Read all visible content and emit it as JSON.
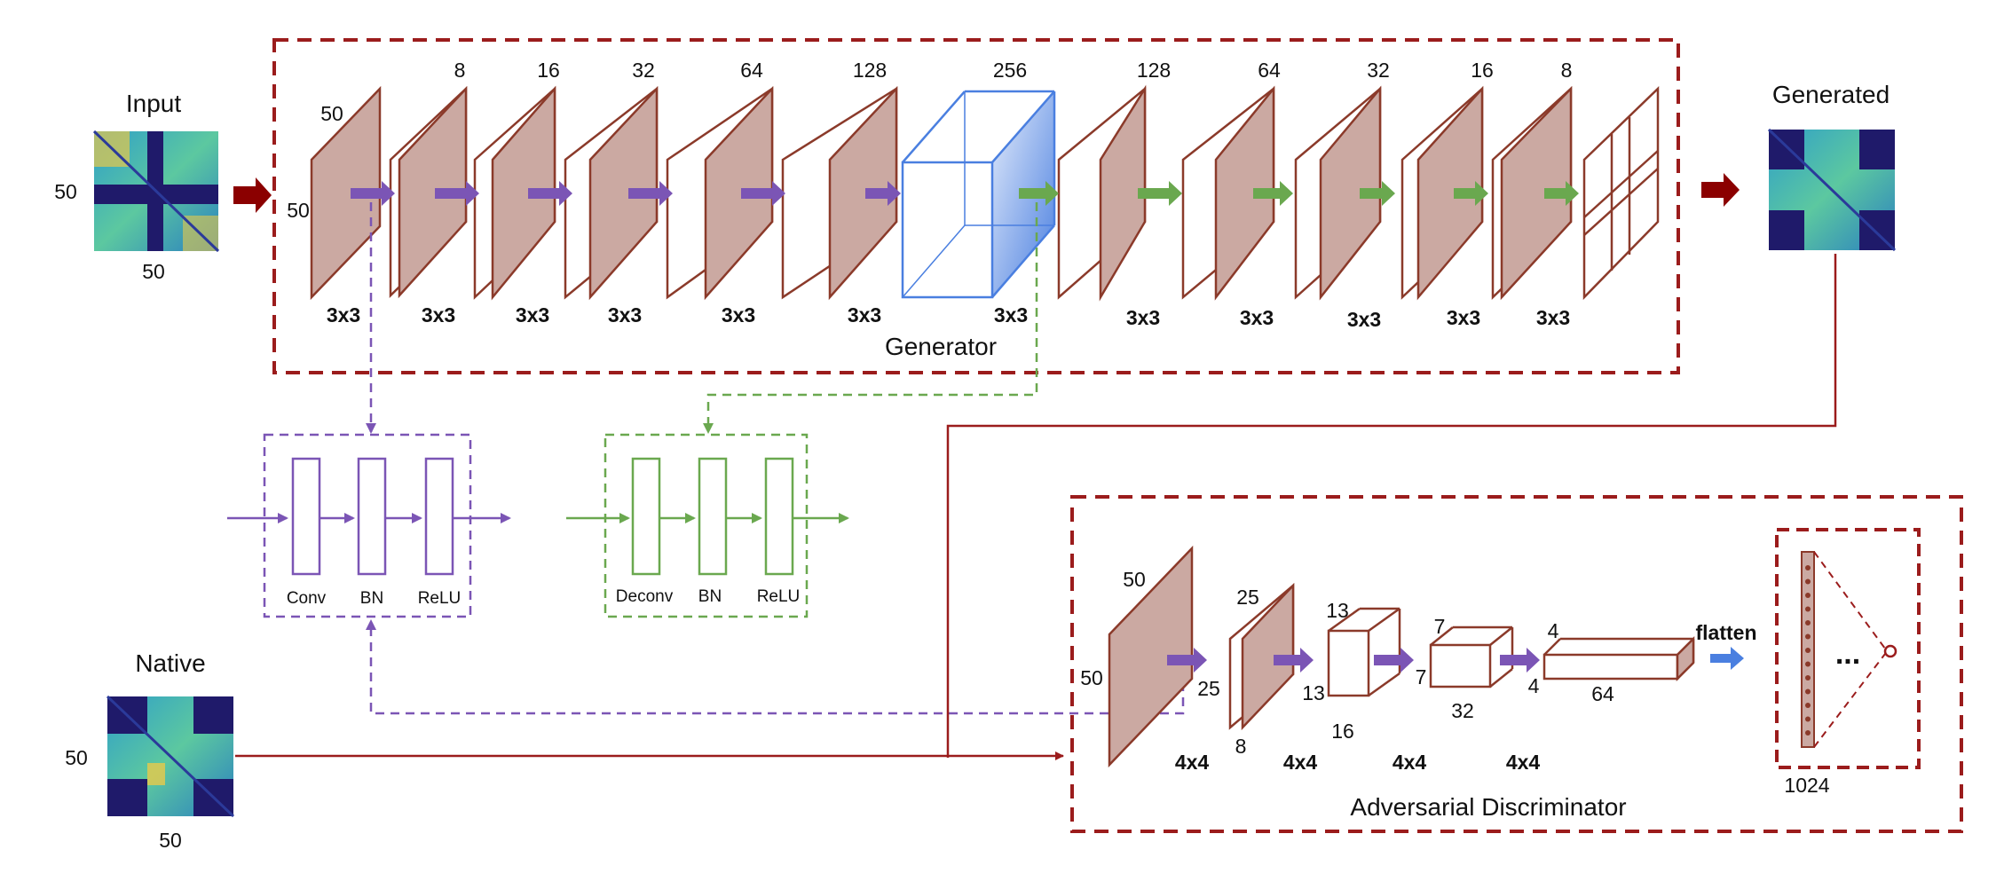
{
  "input": {
    "title": "Input",
    "dim_left": "50",
    "dim_bottom": "50"
  },
  "generated": {
    "title": "Generated"
  },
  "native": {
    "title": "Native",
    "dim_left": "50",
    "dim_bottom": "50"
  },
  "generator": {
    "label": "Generator",
    "first_layer": {
      "height": "50",
      "width": "50"
    },
    "channels": [
      "8",
      "16",
      "32",
      "64",
      "128",
      "256",
      "128",
      "64",
      "32",
      "16",
      "8"
    ],
    "kernels": [
      "3x3",
      "3x3",
      "3x3",
      "3x3",
      "3x3",
      "3x3",
      "3x3",
      "3x3",
      "3x3",
      "3x3",
      "3x3",
      "3x3"
    ]
  },
  "conv_block": {
    "labels": [
      "Conv",
      "BN",
      "ReLU"
    ]
  },
  "deconv_block": {
    "labels": [
      "Deconv",
      "BN",
      "ReLU"
    ]
  },
  "discriminator": {
    "label": "Adversarial Discriminator",
    "first_layer": {
      "height": "50",
      "width": "50"
    },
    "l2": {
      "height": "25",
      "width": "25",
      "depth": "8"
    },
    "l3": {
      "height": "13",
      "width": "13",
      "depth": "16"
    },
    "l4": {
      "height": "7",
      "width": "7",
      "depth": "32"
    },
    "l5": {
      "height": "4",
      "width": "4",
      "depth": "64"
    },
    "kernels": [
      "4x4",
      "4x4",
      "4x4",
      "4x4"
    ],
    "flatten": "flatten",
    "dense": {
      "size": "1024",
      "ellipsis": "..."
    }
  },
  "colors": {
    "frame": "#9b1c1c",
    "conv_path": "#7b55b5",
    "deconv_path": "#6aa84f",
    "layer_face": "#cba9a2",
    "layer_edge": "#8b3a2a",
    "bottleneck": "#4a7fe0"
  }
}
